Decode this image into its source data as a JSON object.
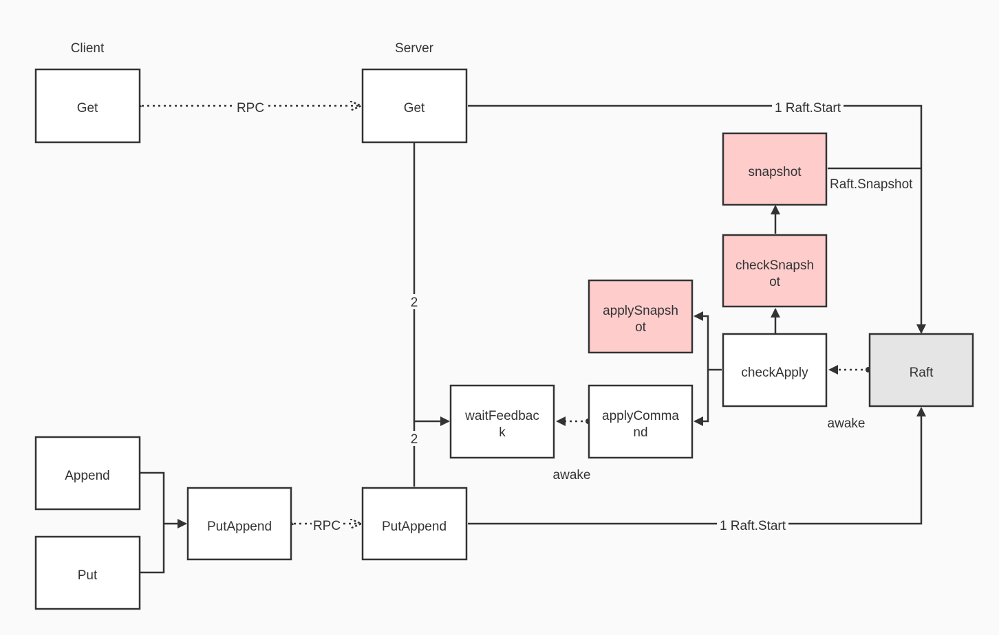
{
  "headings": {
    "client": "Client",
    "server": "Server"
  },
  "colors": {
    "background": "#fafafa",
    "stroke": "#333333",
    "node_fill": "#ffffff",
    "highlight_fill": "#ffcccc",
    "raft_fill": "#e5e5e5"
  },
  "nodes": {
    "client_get": "Get",
    "server_get": "Get",
    "append": "Append",
    "put": "Put",
    "client_putappend": "PutAppend",
    "server_putappend": "PutAppend",
    "wait_feedback_1": "waitFeedbac",
    "wait_feedback_2": "k",
    "apply_command_1": "applyComma",
    "apply_command_2": "nd",
    "apply_snapshot_1": "applySnapsh",
    "apply_snapshot_2": "ot",
    "check_snapshot_1": "checkSnapsh",
    "check_snapshot_2": "ot",
    "snapshot": "snapshot",
    "check_apply": "checkApply",
    "raft": "Raft"
  },
  "edges": {
    "rpc_get": "RPC",
    "rpc_putappend": "RPC",
    "raft_start_get": "1 Raft.Start",
    "raft_start_putappend": "1 Raft.Start",
    "raft_snapshot": "Raft.Snapshot",
    "step_get": "2",
    "step_putappend": "2",
    "awake_apply": "awake",
    "awake_raft": "awake"
  }
}
